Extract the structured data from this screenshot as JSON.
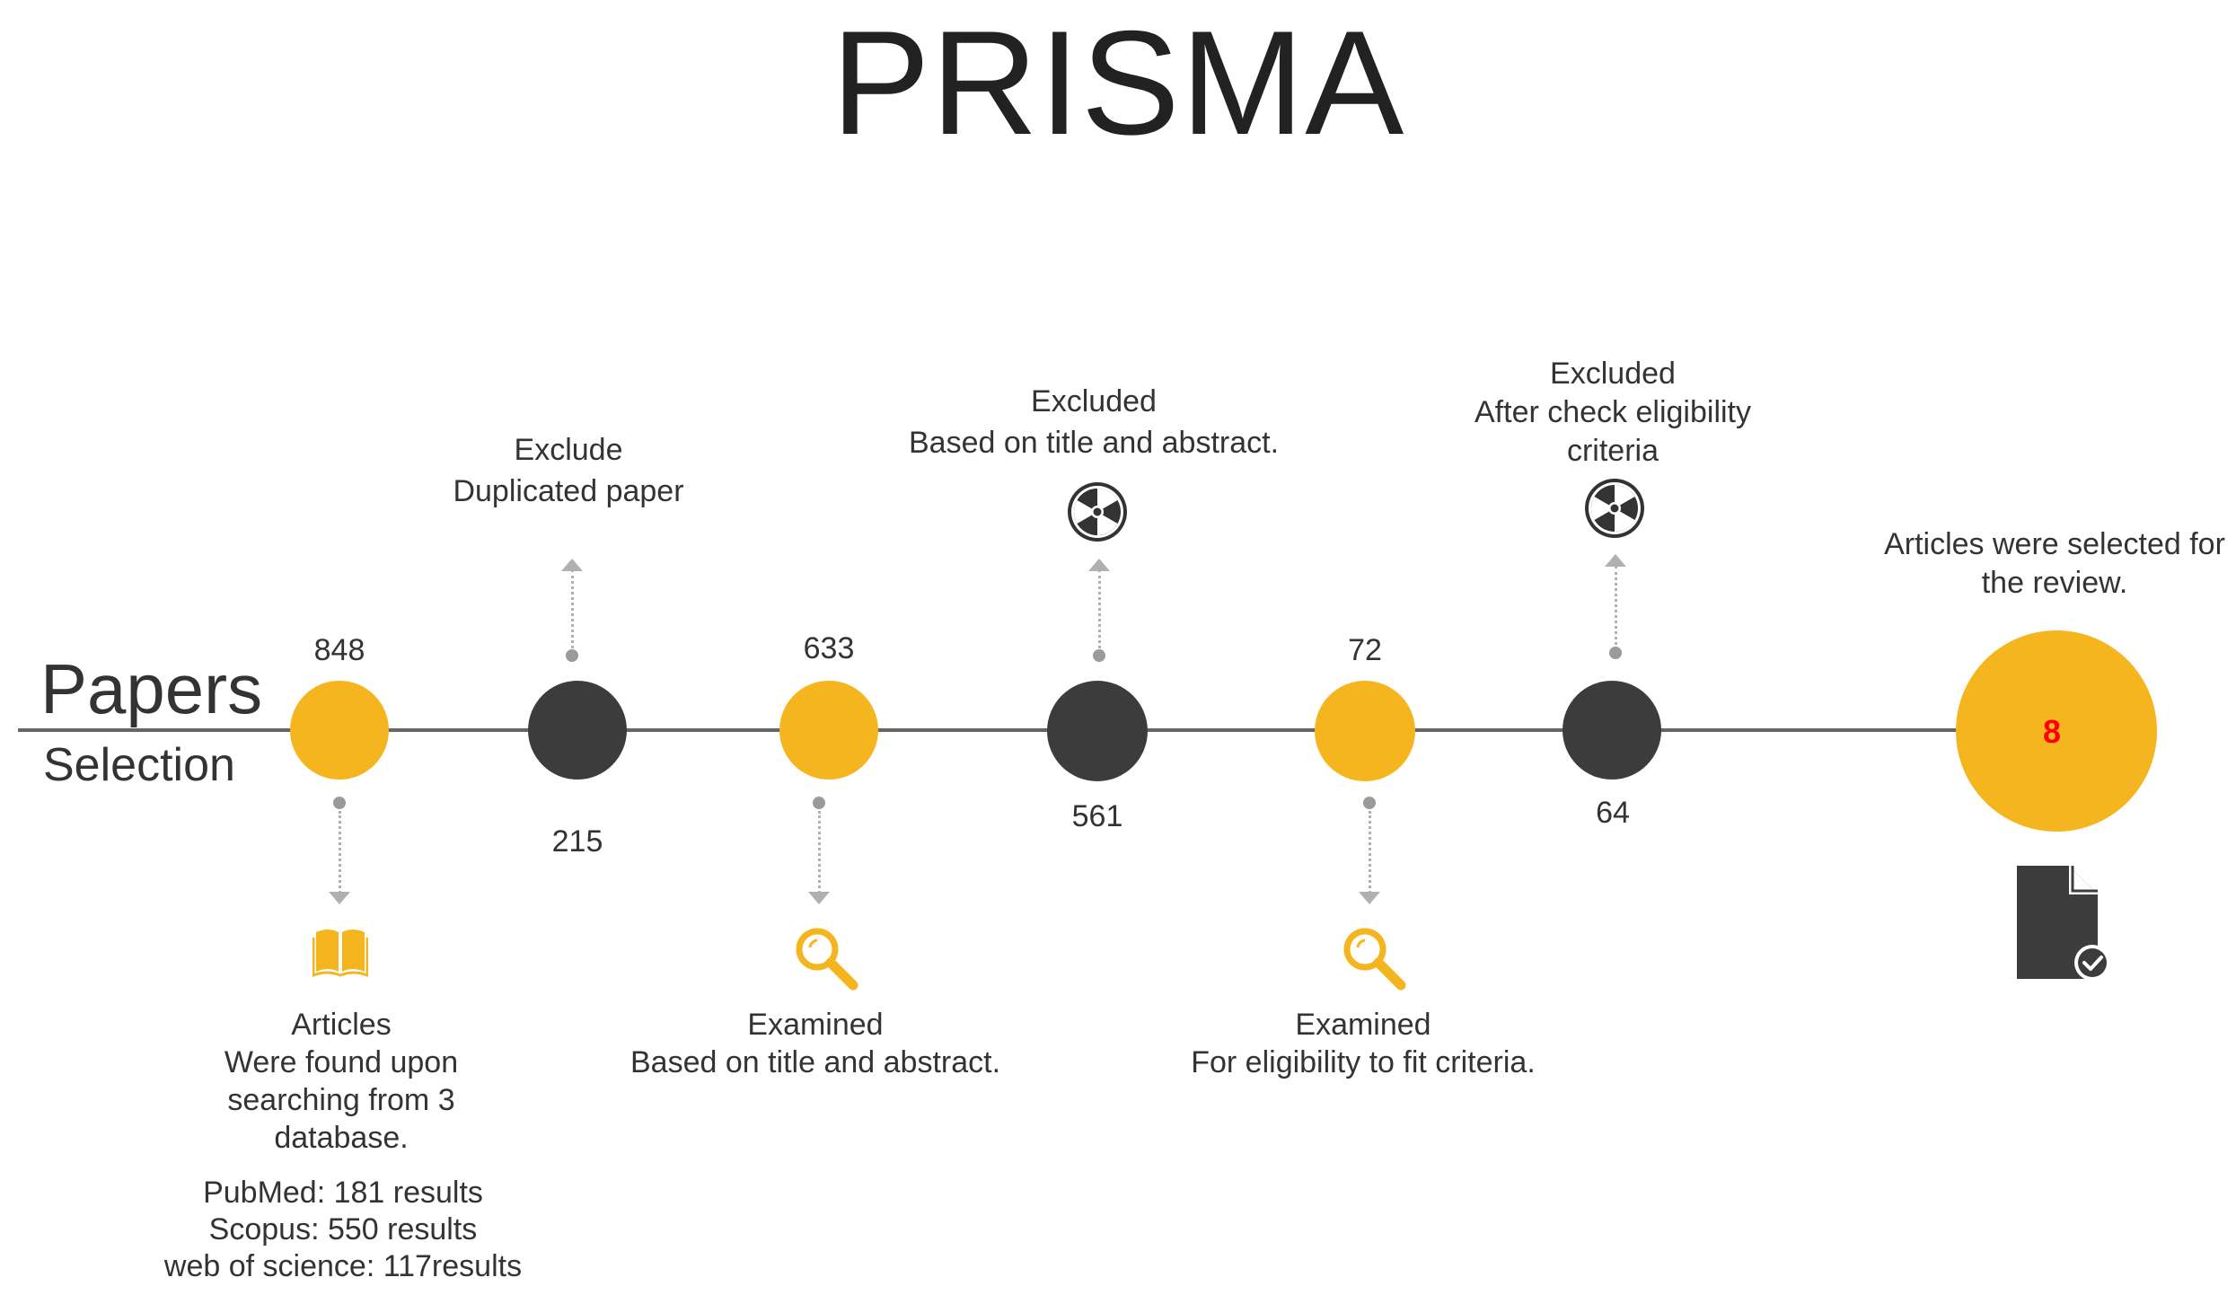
{
  "title": "PRISMA",
  "side_label": {
    "line1": "Papers",
    "line2": "Selection"
  },
  "nodes": {
    "n1": {
      "count": "848"
    },
    "n2": {
      "count": "215"
    },
    "n3": {
      "count": "633"
    },
    "n4": {
      "count": "561"
    },
    "n5": {
      "count": "72"
    },
    "n6": {
      "count": "64"
    },
    "n7": {
      "count": "8"
    }
  },
  "notes": {
    "found": {
      "line1": "Articles",
      "line2": "Were found upon",
      "line3": "searching  from 3",
      "line4": "database."
    },
    "sources": {
      "pubmed": "PubMed: 181 results",
      "scopus": "Scopus: 550 results",
      "wos": "web of science: 117results"
    },
    "exclude_dup": {
      "line1": "Exclude",
      "line2": "Duplicated paper"
    },
    "examined_title": {
      "line1": "Examined",
      "line2": "Based on title and abstract."
    },
    "excluded_title": {
      "line1": "Excluded",
      "line2": "Based on title and abstract."
    },
    "examined_elig": {
      "line1": "Examined",
      "line2": "For eligibility to fit criteria."
    },
    "excluded_elig": {
      "line1": "Excluded",
      "line2": "After check eligibility",
      "line3": "criteria"
    },
    "selected": {
      "line1": "Articles were selected for",
      "line2": "the review."
    }
  },
  "colors": {
    "yellow": "#F5B51E",
    "dark": "#3C3C3C",
    "line": "#666666",
    "highlight": "#FF0000"
  },
  "icons": [
    "book-icon",
    "magnifier-icon",
    "radiation-icon",
    "document-check-icon"
  ]
}
